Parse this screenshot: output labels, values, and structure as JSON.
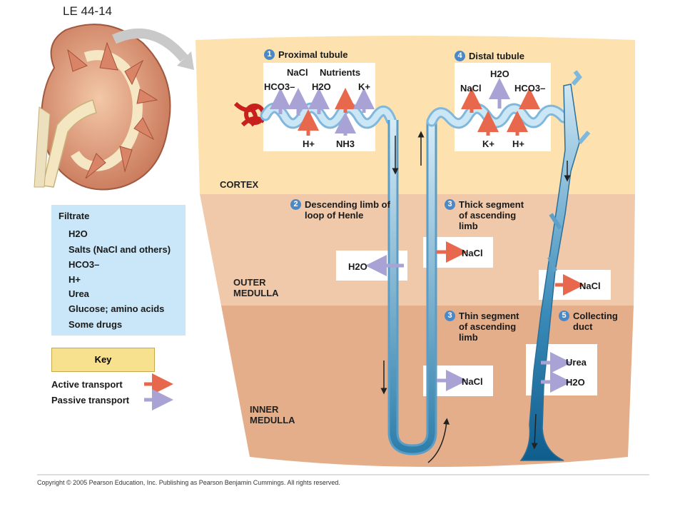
{
  "slide_title": "LE 44-14",
  "copyright": "Copyright © 2005 Pearson Education, Inc. Publishing as Pearson Benjamin Cummings. All rights reserved.",
  "zones": {
    "cortex": "CORTEX",
    "outer_medulla": "OUTER MEDULLA",
    "inner_medulla": "INNER MEDULLA"
  },
  "segments": {
    "proximal": {
      "num": "1",
      "label": "Proximal tubule"
    },
    "distal": {
      "num": "4",
      "label": "Distal tubule"
    },
    "descending": {
      "num": "2",
      "label": "Descending limb of loop of Henle"
    },
    "thick_ascending": {
      "num": "3",
      "label": "Thick segment of ascending limb"
    },
    "thin_ascending": {
      "num": "3",
      "label": "Thin segment of ascending limb"
    },
    "collecting": {
      "num": "5",
      "label": "Collecting duct"
    }
  },
  "proximal_labels": {
    "nacl": "NaCl",
    "nutrients": "Nutrients",
    "hco3": "HCO3–",
    "h2o": "H2O",
    "k": "K+",
    "h": "H+",
    "nh3": "NH3"
  },
  "distal_labels": {
    "h2o": "H2O",
    "nacl": "NaCl",
    "hco3": "HCO3–",
    "k": "K+",
    "h": "H+"
  },
  "descending_label": "H2O",
  "thick_label": "NaCl",
  "thin_label": "NaCl",
  "collecting_labels": {
    "nacl": "NaCl",
    "urea": "Urea",
    "h2o": "H2O"
  },
  "filtrate": {
    "title": "Filtrate",
    "items": [
      "H2O",
      "Salts (NaCl and others)",
      "HCO3–",
      "H+",
      "Urea",
      "Glucose; amino acids",
      "Some drugs"
    ]
  },
  "key": {
    "title": "Key",
    "active": "Active transport",
    "passive": "Passive transport"
  },
  "colors": {
    "active": "#e8684d",
    "passive": "#a9a2d4",
    "cortex": "#fde2b0",
    "outer_medulla": "#efc9aa",
    "inner_medulla": "#e4ae8a",
    "tubule": "#c5e2f2"
  }
}
